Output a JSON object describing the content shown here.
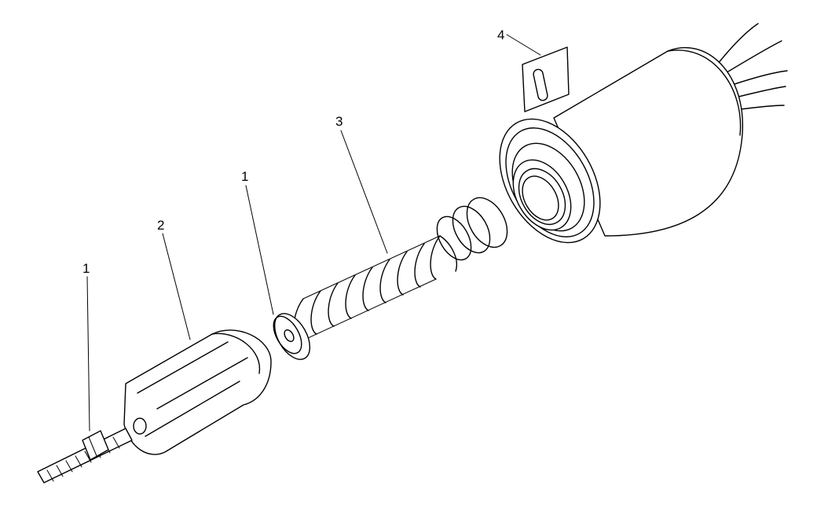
{
  "diagram": {
    "callouts": [
      {
        "id": "a",
        "label": "1"
      },
      {
        "id": "b",
        "label": "2"
      },
      {
        "id": "c",
        "label": "1"
      },
      {
        "id": "d",
        "label": "3"
      },
      {
        "id": "e",
        "label": "4"
      }
    ],
    "parts": [
      "threaded-stud-with-nut",
      "plunger-housing",
      "washer",
      "spring",
      "solenoid"
    ]
  }
}
